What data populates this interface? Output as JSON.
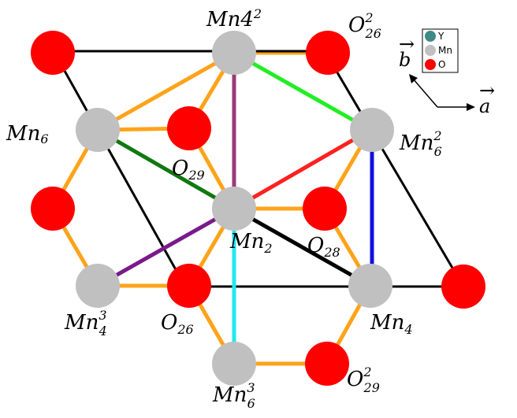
{
  "colors": {
    "Y": "#3f8a86",
    "Mn": "#c0c0c0",
    "O": "#ff0000",
    "bond_orange": "#ffa31a",
    "cell": "#000000",
    "green_light": "#22ee22",
    "green_dark": "#107810",
    "magenta": "#9b3a78",
    "red": "#ff2020",
    "blue": "#1010e0",
    "black": "#000000",
    "purple": "#7a1a8a",
    "cyan": "#22e8f0"
  },
  "legend": [
    {
      "label": "Y",
      "color_key": "Y"
    },
    {
      "label": "Mn",
      "color_key": "Mn"
    },
    {
      "label": "O",
      "color_key": "O"
    }
  ],
  "axes": {
    "b": "b",
    "a": "a"
  },
  "labels": {
    "mn4_2": {
      "base": "Mn4",
      "sup": "2"
    },
    "o26_2": {
      "base": "O",
      "sub": "26",
      "sup": "2"
    },
    "mn6": {
      "base": "Mn",
      "sub": "6"
    },
    "mn6_2": {
      "base": "Mn",
      "sub": "6",
      "sup": "2"
    },
    "o29": {
      "base": "O",
      "sub": "29"
    },
    "mn2": {
      "base": "Mn",
      "sub": "2"
    },
    "o28": {
      "base": "O",
      "sub": "28"
    },
    "mn4_3": {
      "base": "Mn",
      "sub": "4",
      "sup": "3"
    },
    "o26": {
      "base": "O",
      "sub": "26"
    },
    "mn4": {
      "base": "Mn",
      "sub": "4"
    },
    "mn6_3": {
      "base": "Mn",
      "sub": "6",
      "sup": "3"
    },
    "o29_2": {
      "base": "O",
      "sub": "29",
      "sup": "2"
    }
  }
}
